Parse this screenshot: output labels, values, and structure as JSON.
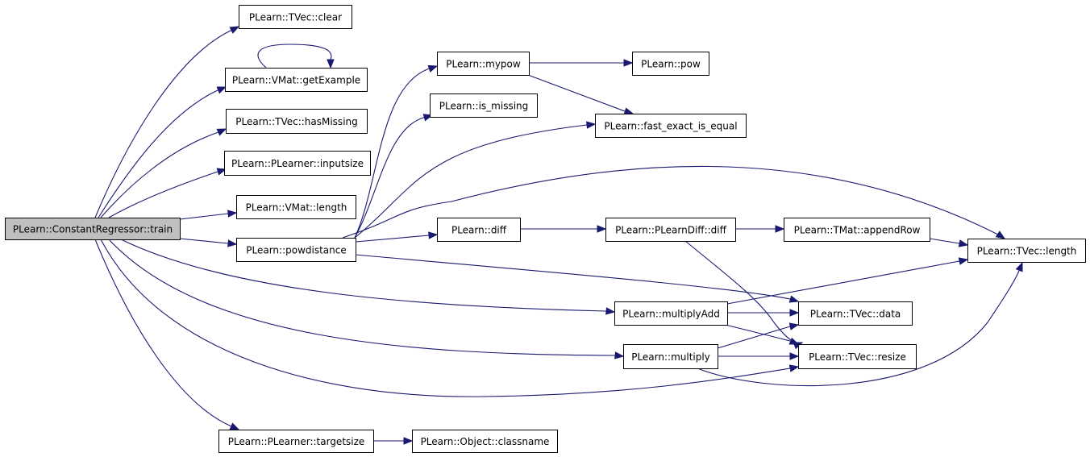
{
  "graph": {
    "root_label": "PLearn::ConstantRegressor::train",
    "nodes": [
      {
        "id": "train",
        "label": "PLearn::ConstantRegressor::train"
      },
      {
        "id": "tvec_clear",
        "label": "PLearn::TVec::clear"
      },
      {
        "id": "vmat_getExample",
        "label": "PLearn::VMat::getExample"
      },
      {
        "id": "tvec_hasMissing",
        "label": "PLearn::TVec::hasMissing"
      },
      {
        "id": "plearner_inputsize",
        "label": "PLearn::PLearner::inputsize"
      },
      {
        "id": "vmat_length",
        "label": "PLearn::VMat::length"
      },
      {
        "id": "powdistance",
        "label": "PLearn::powdistance"
      },
      {
        "id": "mypow",
        "label": "PLearn::mypow"
      },
      {
        "id": "pow",
        "label": "PLearn::pow"
      },
      {
        "id": "is_missing",
        "label": "PLearn::is_missing"
      },
      {
        "id": "fast_exact_is_equal",
        "label": "PLearn::fast_exact_is_equal"
      },
      {
        "id": "diff",
        "label": "PLearn::diff"
      },
      {
        "id": "plearndiff_diff",
        "label": "PLearn::PLearnDiff::diff"
      },
      {
        "id": "tmat_appendRow",
        "label": "PLearn::TMat::appendRow"
      },
      {
        "id": "tvec_length",
        "label": "PLearn::TVec::length"
      },
      {
        "id": "multiplyAdd",
        "label": "PLearn::multiplyAdd"
      },
      {
        "id": "tvec_data",
        "label": "PLearn::TVec::data"
      },
      {
        "id": "multiply",
        "label": "PLearn::multiply"
      },
      {
        "id": "tvec_resize",
        "label": "PLearn::TVec::resize"
      },
      {
        "id": "plearner_targetsize",
        "label": "PLearn::PLearner::targetsize"
      },
      {
        "id": "object_classname",
        "label": "PLearn::Object::classname"
      }
    ],
    "edges": [
      {
        "from": "train",
        "to": "tvec_clear"
      },
      {
        "from": "train",
        "to": "vmat_getExample"
      },
      {
        "from": "vmat_getExample",
        "to": "vmat_getExample"
      },
      {
        "from": "train",
        "to": "tvec_hasMissing"
      },
      {
        "from": "train",
        "to": "plearner_inputsize"
      },
      {
        "from": "train",
        "to": "vmat_length"
      },
      {
        "from": "train",
        "to": "powdistance"
      },
      {
        "from": "train",
        "to": "multiplyAdd"
      },
      {
        "from": "train",
        "to": "multiply"
      },
      {
        "from": "train",
        "to": "tvec_resize"
      },
      {
        "from": "train",
        "to": "plearner_targetsize"
      },
      {
        "from": "powdistance",
        "to": "mypow"
      },
      {
        "from": "powdistance",
        "to": "is_missing"
      },
      {
        "from": "powdistance",
        "to": "fast_exact_is_equal"
      },
      {
        "from": "powdistance",
        "to": "tvec_length"
      },
      {
        "from": "powdistance",
        "to": "diff"
      },
      {
        "from": "powdistance",
        "to": "tvec_data"
      },
      {
        "from": "mypow",
        "to": "pow"
      },
      {
        "from": "mypow",
        "to": "fast_exact_is_equal"
      },
      {
        "from": "diff",
        "to": "plearndiff_diff"
      },
      {
        "from": "plearndiff_diff",
        "to": "tmat_appendRow"
      },
      {
        "from": "plearndiff_diff",
        "to": "tvec_resize"
      },
      {
        "from": "tmat_appendRow",
        "to": "tvec_length"
      },
      {
        "from": "multiplyAdd",
        "to": "tvec_length"
      },
      {
        "from": "multiplyAdd",
        "to": "tvec_data"
      },
      {
        "from": "multiplyAdd",
        "to": "tvec_resize"
      },
      {
        "from": "multiply",
        "to": "tvec_data"
      },
      {
        "from": "multiply",
        "to": "tvec_resize"
      },
      {
        "from": "multiply",
        "to": "tvec_length"
      },
      {
        "from": "plearner_targetsize",
        "to": "object_classname"
      }
    ],
    "colors": {
      "edge": "#191970",
      "node_border": "#000000",
      "node_fill": "#ffffff",
      "root_fill": "#bfbfbf"
    }
  }
}
